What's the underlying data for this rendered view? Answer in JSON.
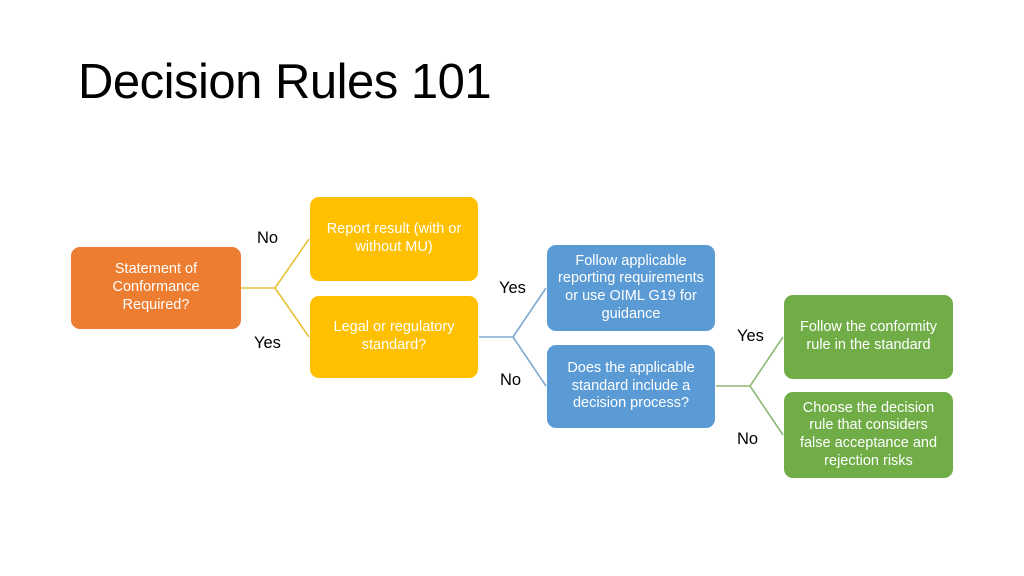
{
  "slide": {
    "title": "Decision Rules 101",
    "background_color": "#FFFFFF"
  },
  "palette": {
    "orange": "#ED7D31",
    "yellow": "#FFC000",
    "blue": "#5B9BD5",
    "green": "#70AD47",
    "text_on_node": "#FFFFFF",
    "label_text": "#000000"
  },
  "nodes": [
    {
      "id": "conformance",
      "label": "Statement of\nConformance\nRequired?",
      "color": "#ED7D31",
      "kind": "decision"
    },
    {
      "id": "report",
      "label": "Report result (with or\nwithout MU)",
      "color": "#FFC000",
      "kind": "action"
    },
    {
      "id": "legal",
      "label": "Legal or regulatory\nstandard?",
      "color": "#FFC000",
      "kind": "decision"
    },
    {
      "id": "reporting-requirements",
      "label": "Follow applicable\nreporting requirements\nor use OIML G19 for\nguidance",
      "color": "#5B9BD5",
      "kind": "action"
    },
    {
      "id": "decision-process",
      "label": "Does the applicable\nstandard include a\ndecision process?",
      "color": "#5B9BD5",
      "kind": "decision"
    },
    {
      "id": "conformity-rule",
      "label": "Follow the conformity\nrule in the standard",
      "color": "#70AD47",
      "kind": "action"
    },
    {
      "id": "risk-based-rule",
      "label": "Choose the decision\nrule that considers\nfalse acceptance and\nrejection risks",
      "color": "#70AD47",
      "kind": "action"
    }
  ],
  "edges": [
    {
      "id": "conformance-no",
      "from": "conformance",
      "to": "report",
      "label": "No",
      "color": "#E8C33A"
    },
    {
      "id": "conformance-yes",
      "from": "conformance",
      "to": "legal",
      "label": "Yes",
      "color": "#E8C33A"
    },
    {
      "id": "legal-yes",
      "from": "legal",
      "to": "reporting-requirements",
      "label": "Yes",
      "color": "#7FA9CF"
    },
    {
      "id": "legal-no",
      "from": "legal",
      "to": "decision-process",
      "label": "No",
      "color": "#7FA9CF"
    },
    {
      "id": "decision-process-yes",
      "from": "decision-process",
      "to": "conformity-rule",
      "label": "Yes",
      "color": "#8FB874"
    },
    {
      "id": "decision-process-no",
      "from": "decision-process",
      "to": "risk-based-rule",
      "label": "No",
      "color": "#8FB874"
    }
  ]
}
